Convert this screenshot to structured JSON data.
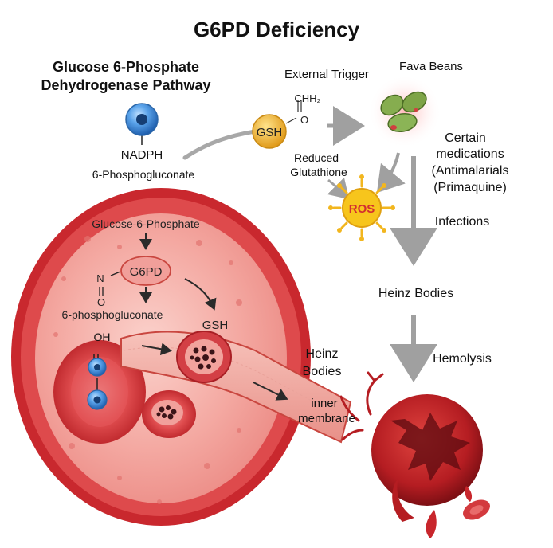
{
  "title": "G6PD Deficiency",
  "pathway": {
    "heading_line1": "Glucose 6-Phosphate",
    "heading_line2": "Dehydrogenase Pathway",
    "nadph": "NADPH",
    "phosphogluconate": "6-Phosphogluconate"
  },
  "cell": {
    "glucose_6_phosphate": "Glucose-6-Phosphate",
    "g6pd": "G6PD",
    "n_label": "N",
    "o_label": "O",
    "phosphogluconate_lower": "6-phosphogluconate",
    "gsh": "GSH",
    "oh": "OH"
  },
  "gsh_node": {
    "label": "GSH",
    "formula_top": "CHH₂",
    "formula_o": "O",
    "reduced_line1": "Reduced",
    "reduced_line2": "Glutathione"
  },
  "ros": "ROS",
  "triggers": {
    "external": "External Trigger",
    "fava": "Fava Beans",
    "meds_line1": "Certain",
    "meds_line2": "medications",
    "meds_line3": "(Antimalarials",
    "meds_line4": "(Primaquine)",
    "infections": "Infections"
  },
  "outcomes": {
    "heinz_bodies": "Heinz Bodies",
    "heinz_line1": "Heinz",
    "heinz_line2": "Bodies",
    "inner_line1": "inner",
    "inner_line2": "membrane",
    "hemolysis": "Hemolysis"
  },
  "colors": {
    "cell_red": "#d9363a",
    "cell_light": "#f6a7a0",
    "arrow_gray": "#a0a0a0",
    "gsh_yellow": "#f2b632",
    "ros_yellow": "#f7c51c",
    "bean_green": "#7fa64a",
    "node_blue": "#3f8ad6"
  }
}
